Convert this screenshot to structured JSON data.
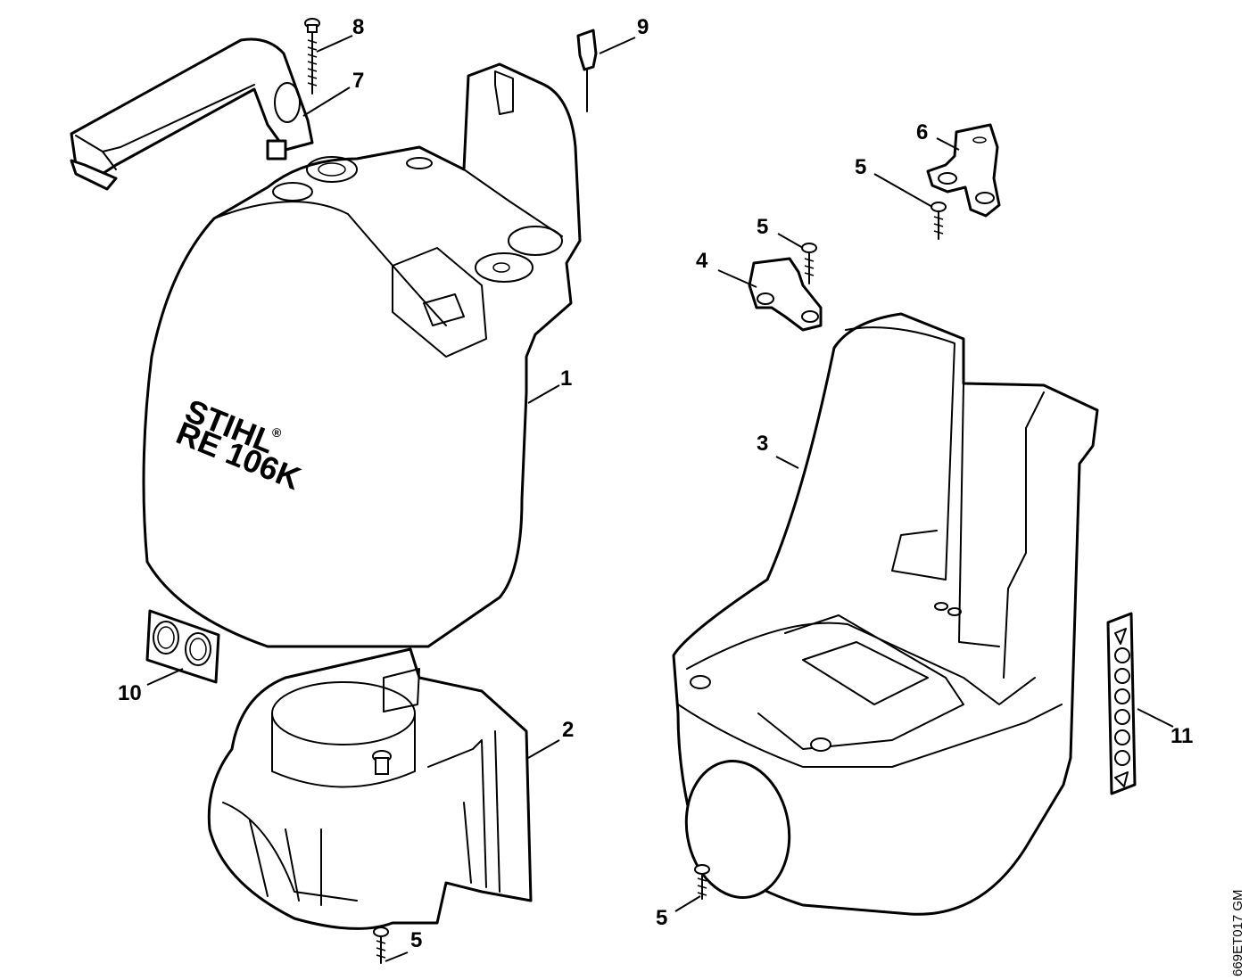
{
  "diagram": {
    "drawing_code": "669ET017 GM",
    "housing_brand": "STIHL",
    "housing_model": "RE 106K",
    "registered_mark": "®"
  },
  "callouts": {
    "c1": "1",
    "c2": "2",
    "c3": "3",
    "c4": "4",
    "c5a": "5",
    "c5b": "5",
    "c5c": "5",
    "c5d": "5",
    "c6": "6",
    "c7": "7",
    "c8": "8",
    "c9": "9",
    "c10": "10",
    "c11": "11"
  }
}
